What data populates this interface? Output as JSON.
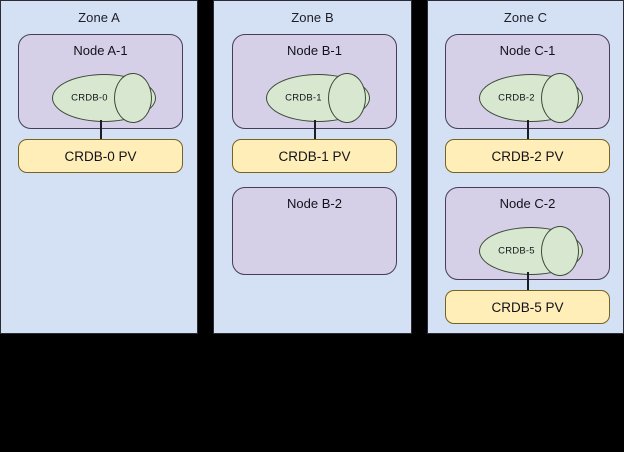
{
  "diagram": {
    "title_semantics": "cockroachdb multi-zone kubernetes topology",
    "colors": {
      "zone_fill": "#d4e1f5",
      "zone_border": "#2b2b36",
      "node_fill": "#d5cfe8",
      "node_border": "#473d59",
      "pv_fill": "#ffeeb8",
      "pv_border": "#756322",
      "db_fill": "#d8e8d0",
      "db_border": "#3d4a38",
      "background": "#000000",
      "text": "#12121a"
    },
    "zones": [
      {
        "id": "zone-a",
        "label": "Zone A",
        "nodes": [
          {
            "id": "node-a-1",
            "label": "Node A-1",
            "database": {
              "label": "CRDB-0"
            },
            "pv": {
              "label": "CRDB-0 PV"
            }
          }
        ]
      },
      {
        "id": "zone-b",
        "label": "Zone B",
        "nodes": [
          {
            "id": "node-b-1",
            "label": "Node B-1",
            "database": {
              "label": "CRDB-1"
            },
            "pv": {
              "label": "CRDB-1 PV"
            }
          },
          {
            "id": "node-b-2",
            "label": "Node B-2",
            "database": null,
            "pv": null
          }
        ]
      },
      {
        "id": "zone-c",
        "label": "Zone C",
        "nodes": [
          {
            "id": "node-c-1",
            "label": "Node C-1",
            "database": {
              "label": "CRDB-2"
            },
            "pv": {
              "label": "CRDB-2 PV"
            }
          },
          {
            "id": "node-c-2",
            "label": "Node C-2",
            "database": {
              "label": "CRDB-5"
            },
            "pv": {
              "label": "CRDB-5 PV"
            }
          }
        ]
      }
    ]
  }
}
